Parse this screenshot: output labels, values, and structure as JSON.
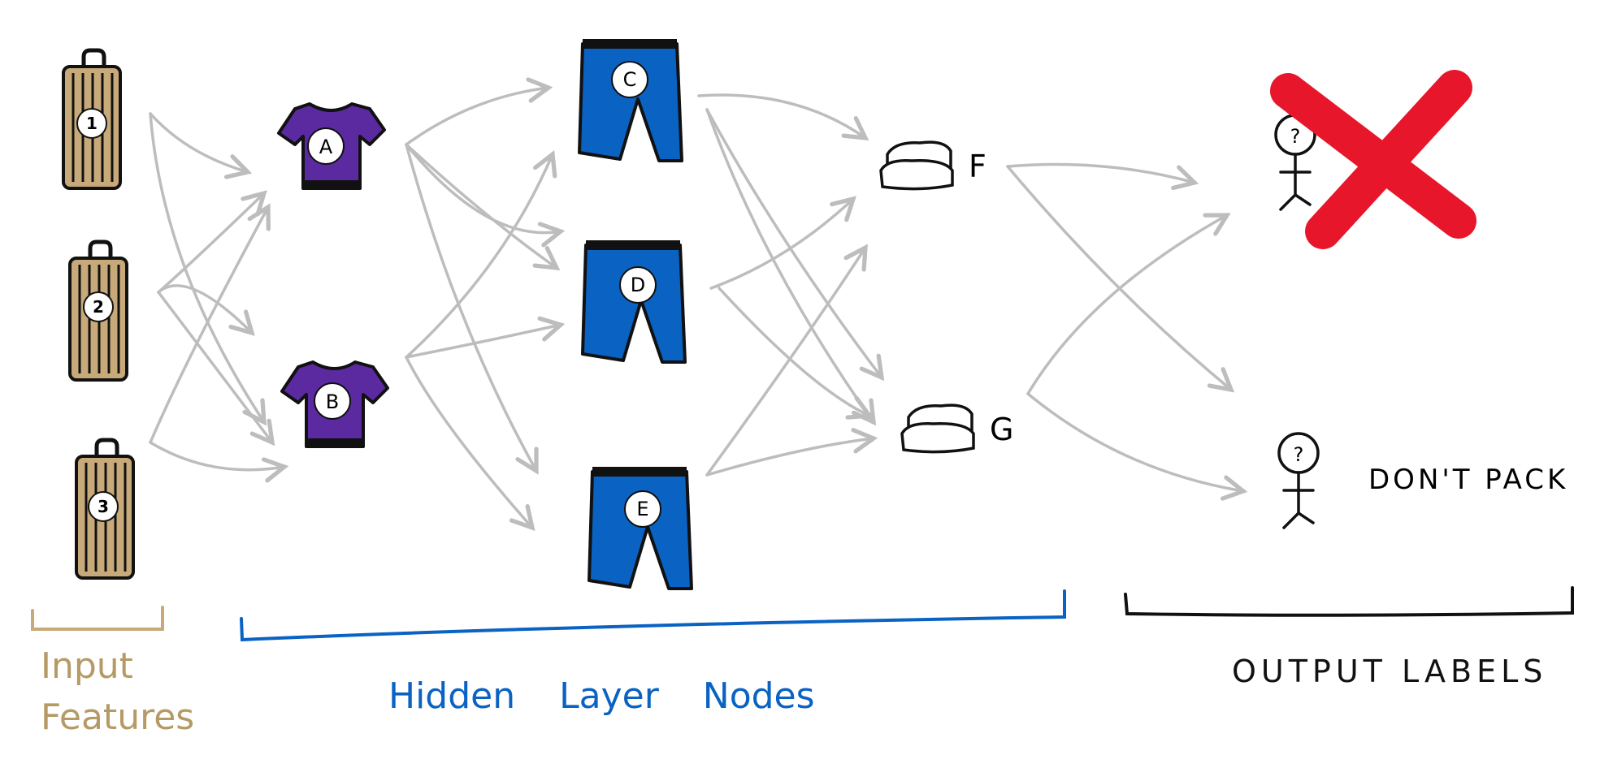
{
  "inputs": [
    {
      "label": "1"
    },
    {
      "label": "2"
    },
    {
      "label": "3"
    }
  ],
  "hidden_shirts": [
    {
      "label": "A"
    },
    {
      "label": "B"
    }
  ],
  "hidden_pants": [
    {
      "label": "C"
    },
    {
      "label": "D"
    },
    {
      "label": "E"
    }
  ],
  "hidden_pillows": [
    {
      "label": "F"
    },
    {
      "label": "G"
    }
  ],
  "outputs": [
    {
      "label": "",
      "crossed_out": true
    },
    {
      "label": "DON'T PACK",
      "crossed_out": false
    }
  ],
  "question_mark": "?",
  "brackets": {
    "input": {
      "line1": "Input",
      "line2": "Features"
    },
    "hidden": {
      "text": "Hidden Layer Nodes"
    },
    "output": {
      "text": "OUTPUT LABELS"
    }
  },
  "colors": {
    "arrow": "#bdbdbd",
    "luggage": "#c8aa7a",
    "shirt": "#5b2aa0",
    "pants": "#0a62c2",
    "cross": "#e8162b",
    "input_label": "#b59a66",
    "hidden_label": "#0a62c2",
    "ink": "#111111"
  }
}
